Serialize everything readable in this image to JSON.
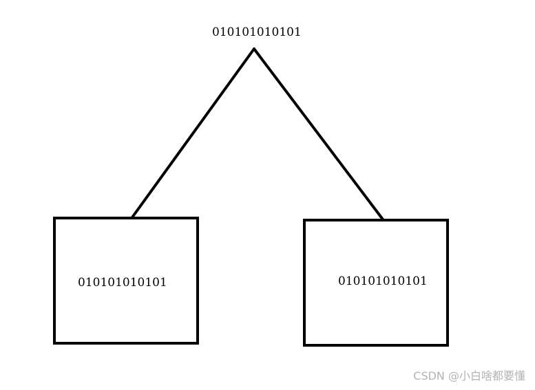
{
  "root": {
    "label": "010101010101"
  },
  "left_child": {
    "label": "010101010101"
  },
  "right_child": {
    "label": "010101010101"
  },
  "watermark": {
    "text": "CSDN @小白啥都要懂"
  },
  "colors": {
    "stroke": "#000000",
    "background": "#ffffff",
    "watermark": "#b3b3b3"
  }
}
